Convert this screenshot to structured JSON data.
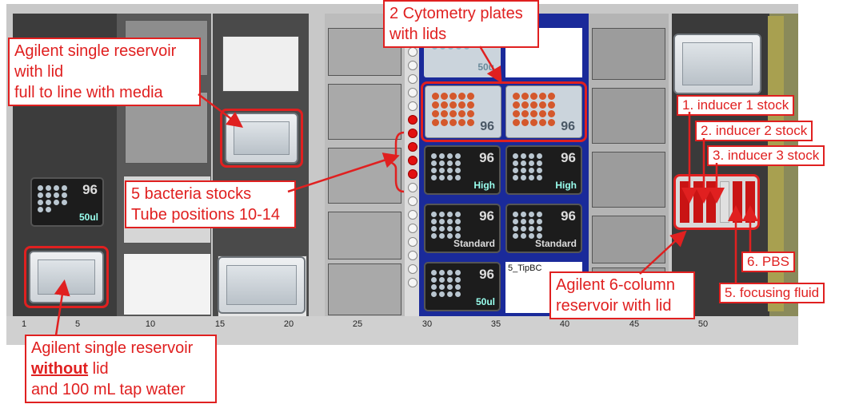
{
  "ruler": {
    "ticks": [
      "1",
      "5",
      "10",
      "15",
      "20",
      "25",
      "30",
      "35",
      "40",
      "45",
      "50"
    ]
  },
  "tipracks": {
    "left": {
      "count": "96",
      "label": "50ul"
    },
    "mid_r1_a": {
      "count": "96",
      "label": "High"
    },
    "mid_r1_b": {
      "count": "96",
      "label": "High"
    },
    "mid_r2_a": {
      "count": "96",
      "label": "Standard"
    },
    "mid_r2_b": {
      "count": "96",
      "label": "Standard"
    },
    "mid_r3_a": {
      "count": "96",
      "label": "50ul"
    },
    "top_partial": {
      "label": "50u"
    }
  },
  "plates": {
    "a": {
      "count": "96"
    },
    "b": {
      "count": "96"
    }
  },
  "barcode_label": "5_TipBC",
  "tubes": {
    "total": 18,
    "red_indices": [
      5,
      6,
      7,
      8,
      9
    ]
  },
  "callouts": {
    "reservoir_with_lid": [
      "Agilent single reservoir",
      "with lid",
      "full to line with media"
    ],
    "cytometry": [
      "2 Cytometry plates",
      "with lids"
    ],
    "bacteria": [
      "5 bacteria stocks",
      "Tube positions 10-14"
    ],
    "reservoir_without_lid": {
      "line1": "Agilent single reservoir",
      "line2_bold": "without",
      "line2_rest": " lid",
      "line3": "and 100 mL tap water"
    },
    "six_column": [
      "Agilent 6-column",
      "reservoir with lid"
    ],
    "inducer1": "1. inducer 1 stock",
    "inducer2": "2. inducer 2 stock",
    "inducer3": "3. inducer 3 stock",
    "pbs": "6. PBS",
    "focusing": "5. focusing fluid"
  },
  "colors": {
    "accent": "#e02020",
    "deck_blue": "#1a2a9a",
    "tube_red": "#e21010"
  }
}
